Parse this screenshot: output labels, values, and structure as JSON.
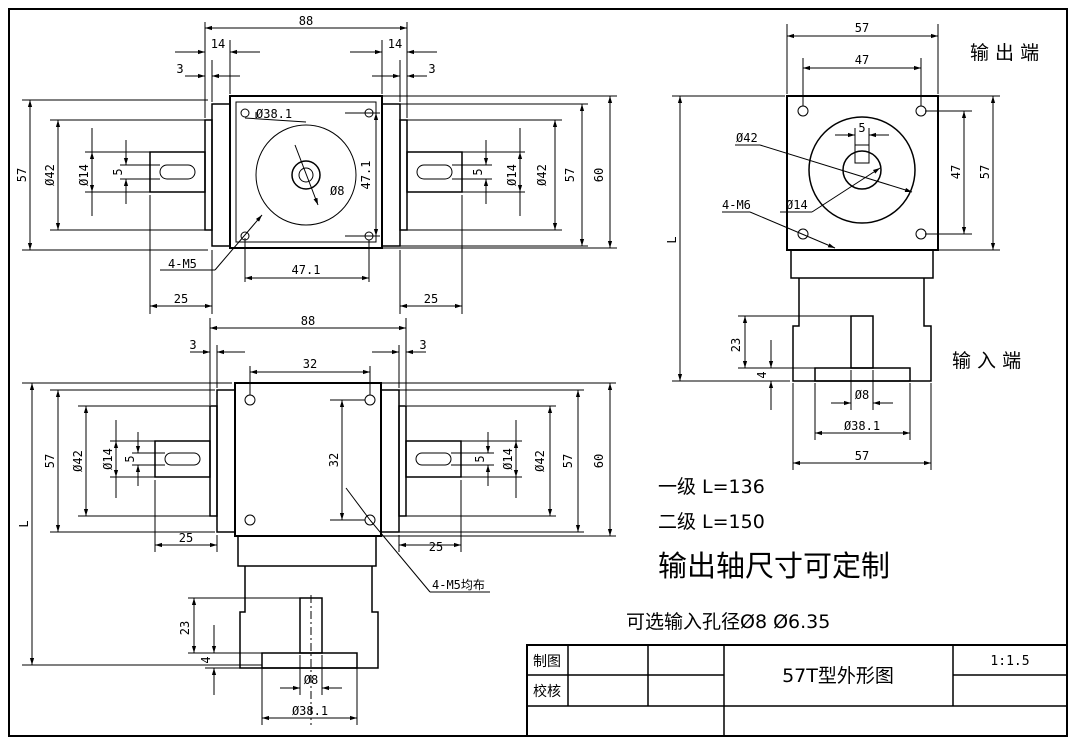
{
  "top_left_view": {
    "dim_total_width": "88",
    "dim_flange_left": "14",
    "dim_flange_right": "14",
    "dim_gap_left": "3",
    "dim_gap_right": "3",
    "dim_height_57": "57",
    "dim_height_60": "60",
    "dim_shaft_dia_left": "Ø42",
    "dim_bore_left": "Ø14",
    "dim_key_left": "5",
    "dim_shaft_dia_right": "Ø42",
    "dim_bore_right": "Ø14",
    "dim_key_right": "5",
    "dim_height_right_57": "57",
    "dim_pilot": "Ø38.1",
    "dim_hole_pitch_v": "47.1",
    "dim_hole_pitch_h": "47.1",
    "dim_bore_center": "Ø8",
    "dim_thread": "4-M5",
    "dim_shaft_len_left": "25",
    "dim_shaft_len_right": "25"
  },
  "bottom_left_view": {
    "dim_total_width": "88",
    "dim_gap_left": "3",
    "dim_gap_right": "3",
    "dim_hole_pitch_h": "32",
    "dim_hole_pitch_v": "32",
    "dim_height_57": "57",
    "dim_height_60": "60",
    "dim_shaft_dia_left": "Ø42",
    "dim_bore_left": "Ø14",
    "dim_key_left": "5",
    "dim_shaft_dia_right": "Ø42",
    "dim_bore_right": "Ø14",
    "dim_key_right": "5",
    "dim_height_right_57": "57",
    "dim_length": "L",
    "dim_shaft_len_left": "25",
    "dim_shaft_len_right": "25",
    "dim_thread": "4-M5均布",
    "dim_input_len": "23",
    "dim_input_step": "4",
    "dim_input_bore": "Ø8",
    "dim_input_pilot": "Ø38.1"
  },
  "right_view": {
    "label_output": "输 出 端",
    "label_input": "输 入 端",
    "dim_width_57": "57",
    "dim_pitch_47": "47",
    "dim_key": "5",
    "dim_pilot": "Ø42",
    "dim_thread": "4-M6",
    "dim_bore": "Ø14",
    "dim_v_pitch_47": "47",
    "dim_v_57": "57",
    "dim_length": "L",
    "dim_input_len": "23",
    "dim_input_step": "4",
    "dim_input_bore": "Ø8",
    "dim_input_pilot": "Ø38.1",
    "dim_base_width": "57"
  },
  "notes": {
    "stage1": "一级 L=136",
    "stage2": "二级 L=150",
    "custom": "输出轴尺寸可定制",
    "options": "可选输入孔径Ø8  Ø6.35"
  },
  "title_block": {
    "drawn": "制图",
    "checked": "校核",
    "title": "57T型外形图",
    "scale": "1:1.5"
  }
}
